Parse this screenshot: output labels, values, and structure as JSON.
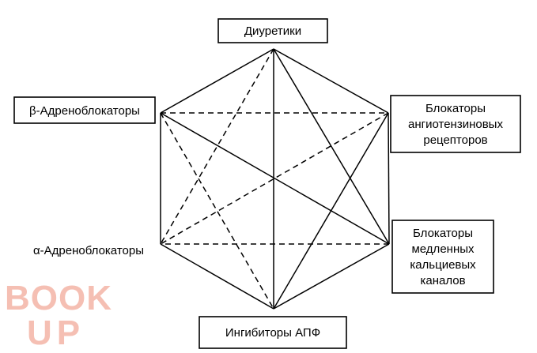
{
  "diagram": {
    "nodes": {
      "diuretics": [
        "Диуретики"
      ],
      "beta_blockers": [
        "β-Адреноблокаторы"
      ],
      "arb": [
        "Блокаторы",
        "ангиотензиновых",
        "рецепторов"
      ],
      "alpha_blockers": [
        "α-Адреноблокаторы"
      ],
      "ccb": [
        "Блокаторы",
        "медленных",
        "кальциевых",
        "каналов"
      ],
      "ace_inhibitors": [
        "Ингибиторы АПФ"
      ]
    },
    "edges": [
      {
        "from": "diuretics",
        "to": "beta_blockers",
        "style": "solid"
      },
      {
        "from": "diuretics",
        "to": "arb",
        "style": "solid"
      },
      {
        "from": "diuretics",
        "to": "ccb",
        "style": "solid"
      },
      {
        "from": "diuretics",
        "to": "ace_inhibitors",
        "style": "solid"
      },
      {
        "from": "diuretics",
        "to": "alpha_blockers",
        "style": "dashed"
      },
      {
        "from": "beta_blockers",
        "to": "alpha_blockers",
        "style": "solid"
      },
      {
        "from": "beta_blockers",
        "to": "ccb",
        "style": "solid"
      },
      {
        "from": "beta_blockers",
        "to": "arb",
        "style": "dashed"
      },
      {
        "from": "beta_blockers",
        "to": "ace_inhibitors",
        "style": "dashed"
      },
      {
        "from": "arb",
        "to": "ccb",
        "style": "solid"
      },
      {
        "from": "arb",
        "to": "alpha_blockers",
        "style": "dashed"
      },
      {
        "from": "ccb",
        "to": "ace_inhibitors",
        "style": "solid"
      },
      {
        "from": "ccb",
        "to": "alpha_blockers",
        "style": "dashed"
      },
      {
        "from": "alpha_blockers",
        "to": "ace_inhibitors",
        "style": "solid"
      },
      {
        "from": "arb",
        "to": "ace_inhibitors",
        "style": "solid"
      }
    ]
  },
  "watermark": {
    "line1": "BOOK",
    "line2": "UP",
    "color": "#f4b4a6"
  }
}
